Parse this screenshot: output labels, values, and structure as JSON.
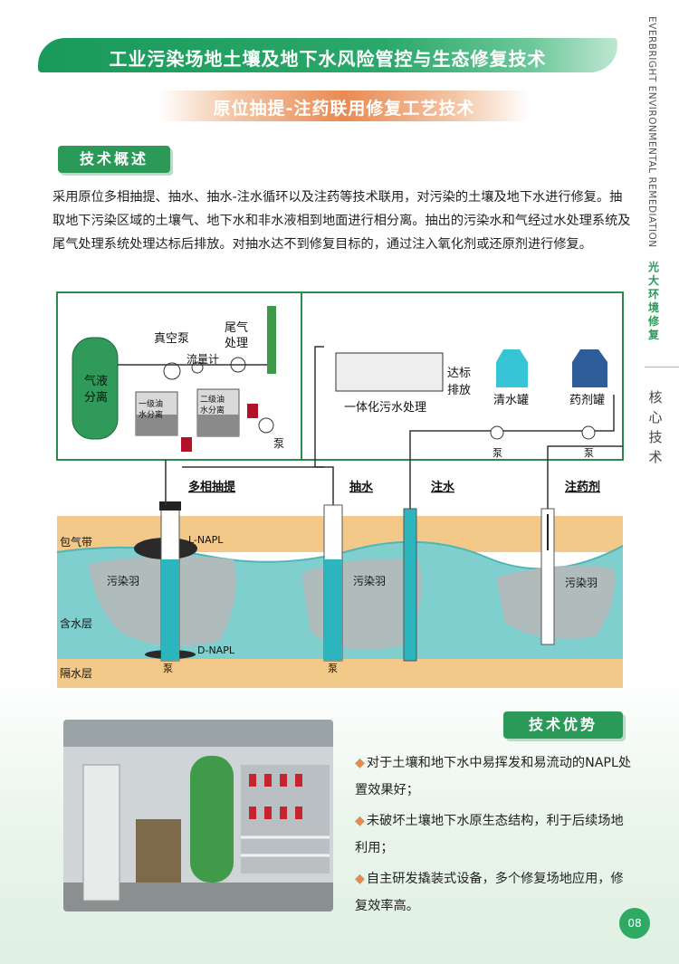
{
  "header": {
    "title": "工业污染场地土壤及地下水风险管控与生态修复技术",
    "subtitle": "原位抽提-注药联用修复工艺技术"
  },
  "sidebar": {
    "company_en": "EVERBRIGHT ENVIRONMENTAL REMEDIATION",
    "company_cn": [
      "光",
      "大",
      "环",
      "境",
      "修",
      "复"
    ],
    "section": [
      "核",
      "心",
      "技",
      "术"
    ]
  },
  "overview": {
    "heading": "技术概述",
    "text": "采用原位多相抽提、抽水、抽水-注水循环以及注药等技术联用，对污染的土壤及地下水进行修复。抽取地下污染区域的土壤气、地下水和非水液相到地面进行相分离。抽出的污染水和气经过水处理系统及尾气处理系统处理达标后排放。对抽水达不到修复目标的，通过注入氧化剂或还原剂进行修复。"
  },
  "diagram": {
    "gas_liquid_sep": [
      "气液",
      "分离"
    ],
    "vacuum_pump": "真空泵",
    "flow_meter": "流量计",
    "tail_gas": [
      "尾气",
      "处理"
    ],
    "oil_sep_1": [
      "一级油",
      "水分离"
    ],
    "oil_sep_2": [
      "二级油",
      "水分离"
    ],
    "pump": "泵",
    "integrated_treatment": "一体化污水处理",
    "discharge": [
      "达标",
      "排放"
    ],
    "clean_tank": "清水罐",
    "agent_tank": "药剂罐",
    "well_labels": [
      "多相抽提",
      "抽水",
      "注水",
      "注药剂"
    ],
    "layers": [
      "包气带",
      "含水层",
      "隔水层"
    ],
    "lnapl": "L-NAPL",
    "dnapl": "D-NAPL",
    "plume": "污染羽"
  },
  "advantages": {
    "heading": "技术优势",
    "items": [
      "对于土壤和地下水中易挥发和易流动的NAPL处置效果好；",
      "未破坏土壤地下水原生态结构，利于后续场地利用；",
      "自主研发撬装式设备，多个修复场地应用，修复效率高。"
    ]
  },
  "page_number": "08"
}
